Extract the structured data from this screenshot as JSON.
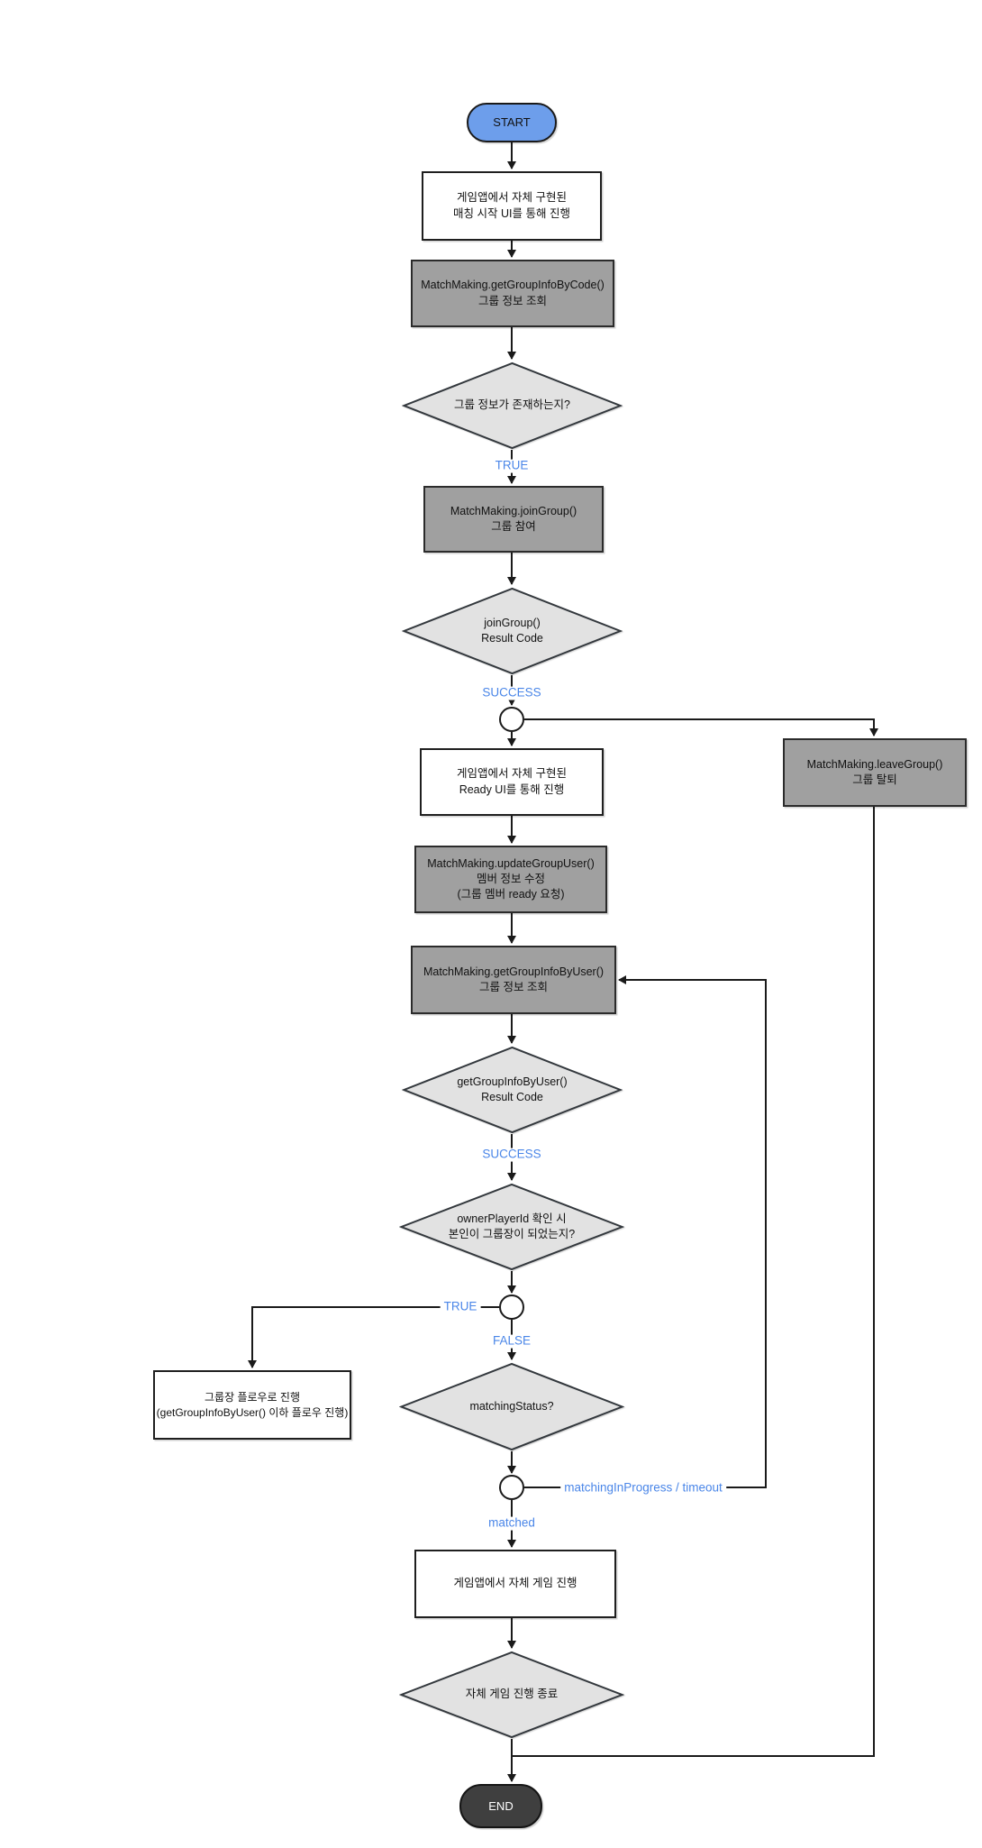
{
  "diagram": {
    "type": "flowchart",
    "language": "Korean",
    "colors": {
      "start_fill": "#6d9eeb",
      "end_fill": "#3f3f3f",
      "process_gray_fill": "#a0a0a0",
      "process_white_fill": "#ffffff",
      "decision_fill": "#e2e2e2",
      "line_color": "#1a1a1a",
      "edge_label_color": "#4a86e8"
    },
    "nodes": {
      "start": {
        "label": "START",
        "shape": "rounded"
      },
      "matching_ui": {
        "label": "게임앱에서 자체 구현된\n매칭 시작 UI를 통해 진행",
        "shape": "process-white"
      },
      "get_group_info_by_code": {
        "label": "MatchMaking.getGroupInfoByCode()\n그룹 정보 조회",
        "shape": "process-gray"
      },
      "group_exists": {
        "label": "그룹 정보가 존재하는지?",
        "shape": "decision"
      },
      "join_group": {
        "label": "MatchMaking.joinGroup()\n그룹 참여",
        "shape": "process-gray"
      },
      "join_group_result": {
        "label": "joinGroup()\nResult Code",
        "shape": "decision"
      },
      "ready_ui": {
        "label": "게임앱에서 자체 구현된\nReady UI를 통해 진행",
        "shape": "process-white"
      },
      "update_group_user": {
        "label": "MatchMaking.updateGroupUser()\n멤버 정보 수정\n(그룹 멤버 ready 요청)",
        "shape": "process-gray"
      },
      "get_group_info_by_user": {
        "label": "MatchMaking.getGroupInfoByUser()\n그룹 정보 조회",
        "shape": "process-gray"
      },
      "get_group_info_by_user_result": {
        "label": "getGroupInfoByUser()\nResult Code",
        "shape": "decision"
      },
      "owner_check": {
        "label": "ownerPlayerId 확인 시\n본인이 그룹장이 되었는지?",
        "shape": "decision"
      },
      "leader_flow": {
        "label": "그룹장 플로우로 진행\n(getGroupInfoByUser() 이하 플로우 진행)",
        "shape": "process-white"
      },
      "matching_status": {
        "label": "matchingStatus?",
        "shape": "decision"
      },
      "own_game": {
        "label": "게임앱에서 자체 게임 진행",
        "shape": "process-white"
      },
      "game_end": {
        "label": "자체 게임 진행 종료",
        "shape": "decision"
      },
      "leave_group": {
        "label": "MatchMaking.leaveGroup()\n그룹 탈퇴",
        "shape": "process-gray"
      },
      "end": {
        "label": "END",
        "shape": "rounded"
      }
    },
    "edge_labels": {
      "true_group_exists": "TRUE",
      "success_join": "SUCCESS",
      "success_get_info": "SUCCESS",
      "true_owner": "TRUE",
      "false_owner": "FALSE",
      "matching_in_progress": "matchingInProgress / timeout",
      "matched": "matched"
    }
  }
}
